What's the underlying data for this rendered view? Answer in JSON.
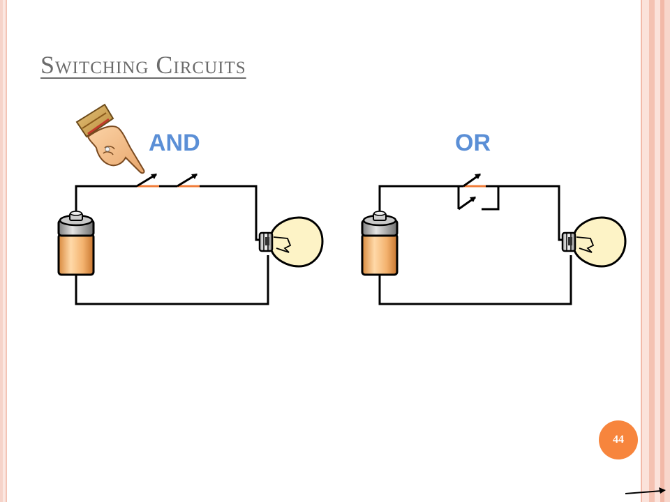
{
  "slide": {
    "title": "Switching Circuits",
    "page_number": "44"
  },
  "circuits": {
    "and_label": "AND",
    "or_label": "OR"
  },
  "colors": {
    "accent_orange": "#f7853d",
    "label_blue": "#5b8fd6",
    "switch_orange": "#f07d3a",
    "title_gray": "#6b6b6b"
  },
  "icons": [
    "pointing-hand-icon",
    "battery-icon",
    "light-bulb-icon",
    "switch-icon",
    "next-arrow-icon"
  ]
}
